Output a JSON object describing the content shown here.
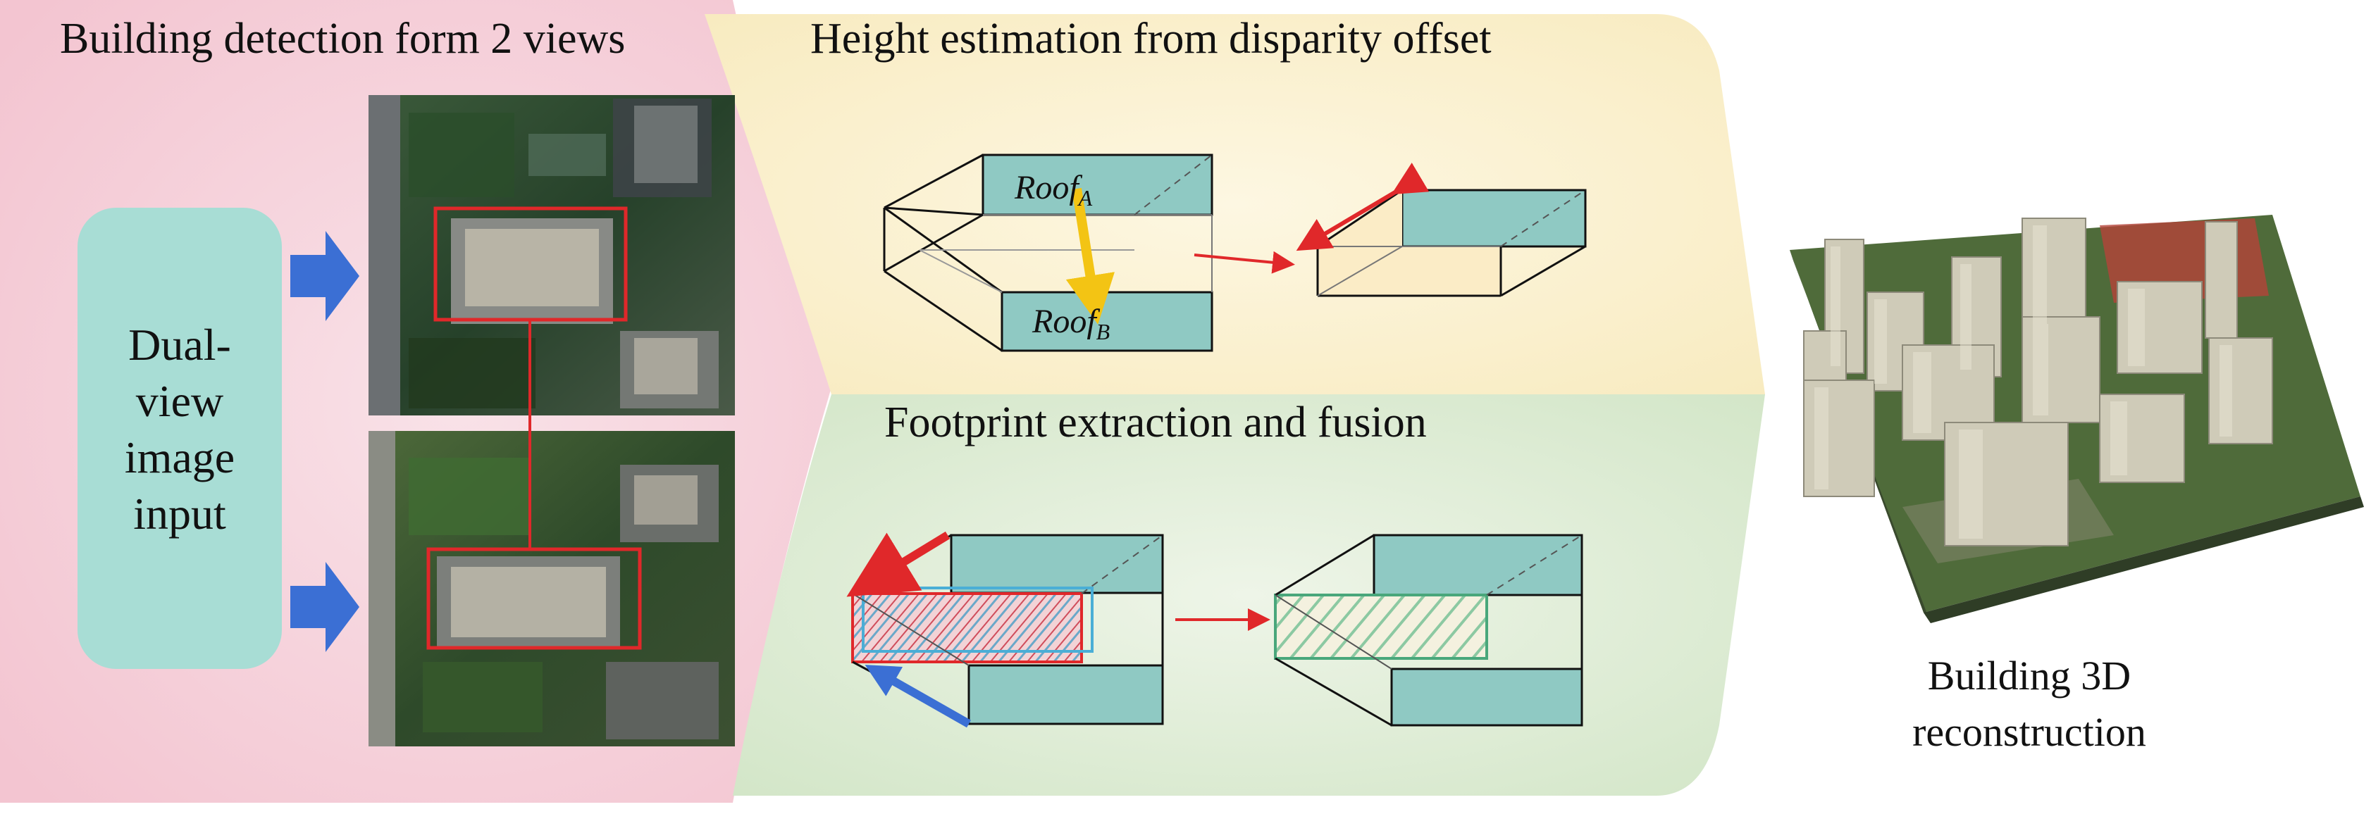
{
  "panels": {
    "detection": {
      "title": "Building detection form 2 views"
    },
    "height": {
      "title": "Height estimation from disparity offset"
    },
    "footprint": {
      "title": "Footprint extraction and fusion"
    }
  },
  "input_box": {
    "line1": "Dual-",
    "line2": "view",
    "line3": "image",
    "line4": "input"
  },
  "roofs": {
    "a": "Roof",
    "a_sub": "A",
    "b": "Roof",
    "b_sub": "B"
  },
  "output": {
    "line1": "Building 3D",
    "line2": "reconstruction"
  },
  "colors": {
    "detection_bg": "#f7d3dc",
    "height_bg": "#fbf1cf",
    "footprint_bg": "#dcebd3",
    "roof_fill": "#8fc9c3",
    "input_box": "#a8ddd5",
    "flow_arrow": "#3b6fd4",
    "red": "#e0282a",
    "yellow": "#f3c414"
  }
}
